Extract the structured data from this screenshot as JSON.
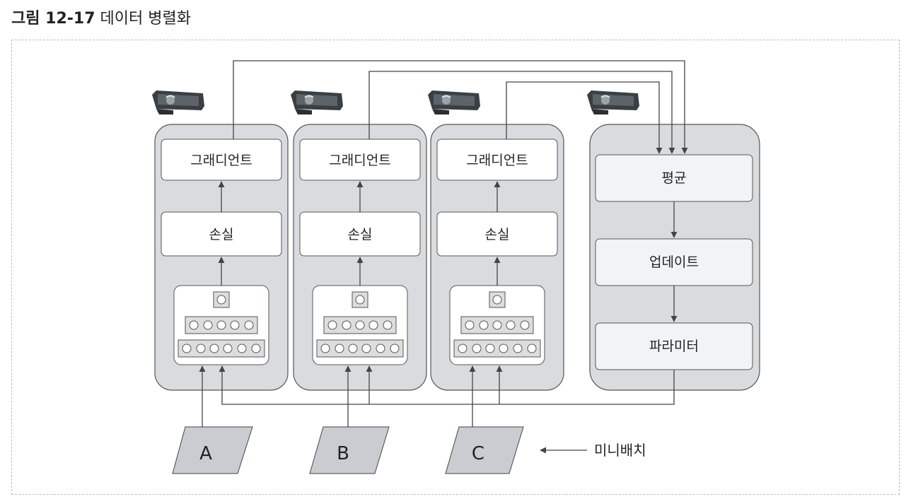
{
  "figure": {
    "number": "그림 12-17",
    "title": "데이터 병렬화"
  },
  "workers": [
    {
      "gradient": "그래디언트",
      "loss": "손실"
    },
    {
      "gradient": "그래디언트",
      "loss": "손실"
    },
    {
      "gradient": "그래디언트",
      "loss": "손실"
    }
  ],
  "server": {
    "average": "평균",
    "update": "업데이트",
    "params": "파라미터"
  },
  "batches": [
    "A",
    "B",
    "C"
  ],
  "minibatch_label": "미니배치",
  "colors": {
    "panel_fill": "#d9dcdf",
    "box_fill": "#ffffff",
    "server_box_fill": "#f2f3f5",
    "input_fill": "#c9cdd1",
    "line": "#444444",
    "gpu": "#3a3f44"
  }
}
